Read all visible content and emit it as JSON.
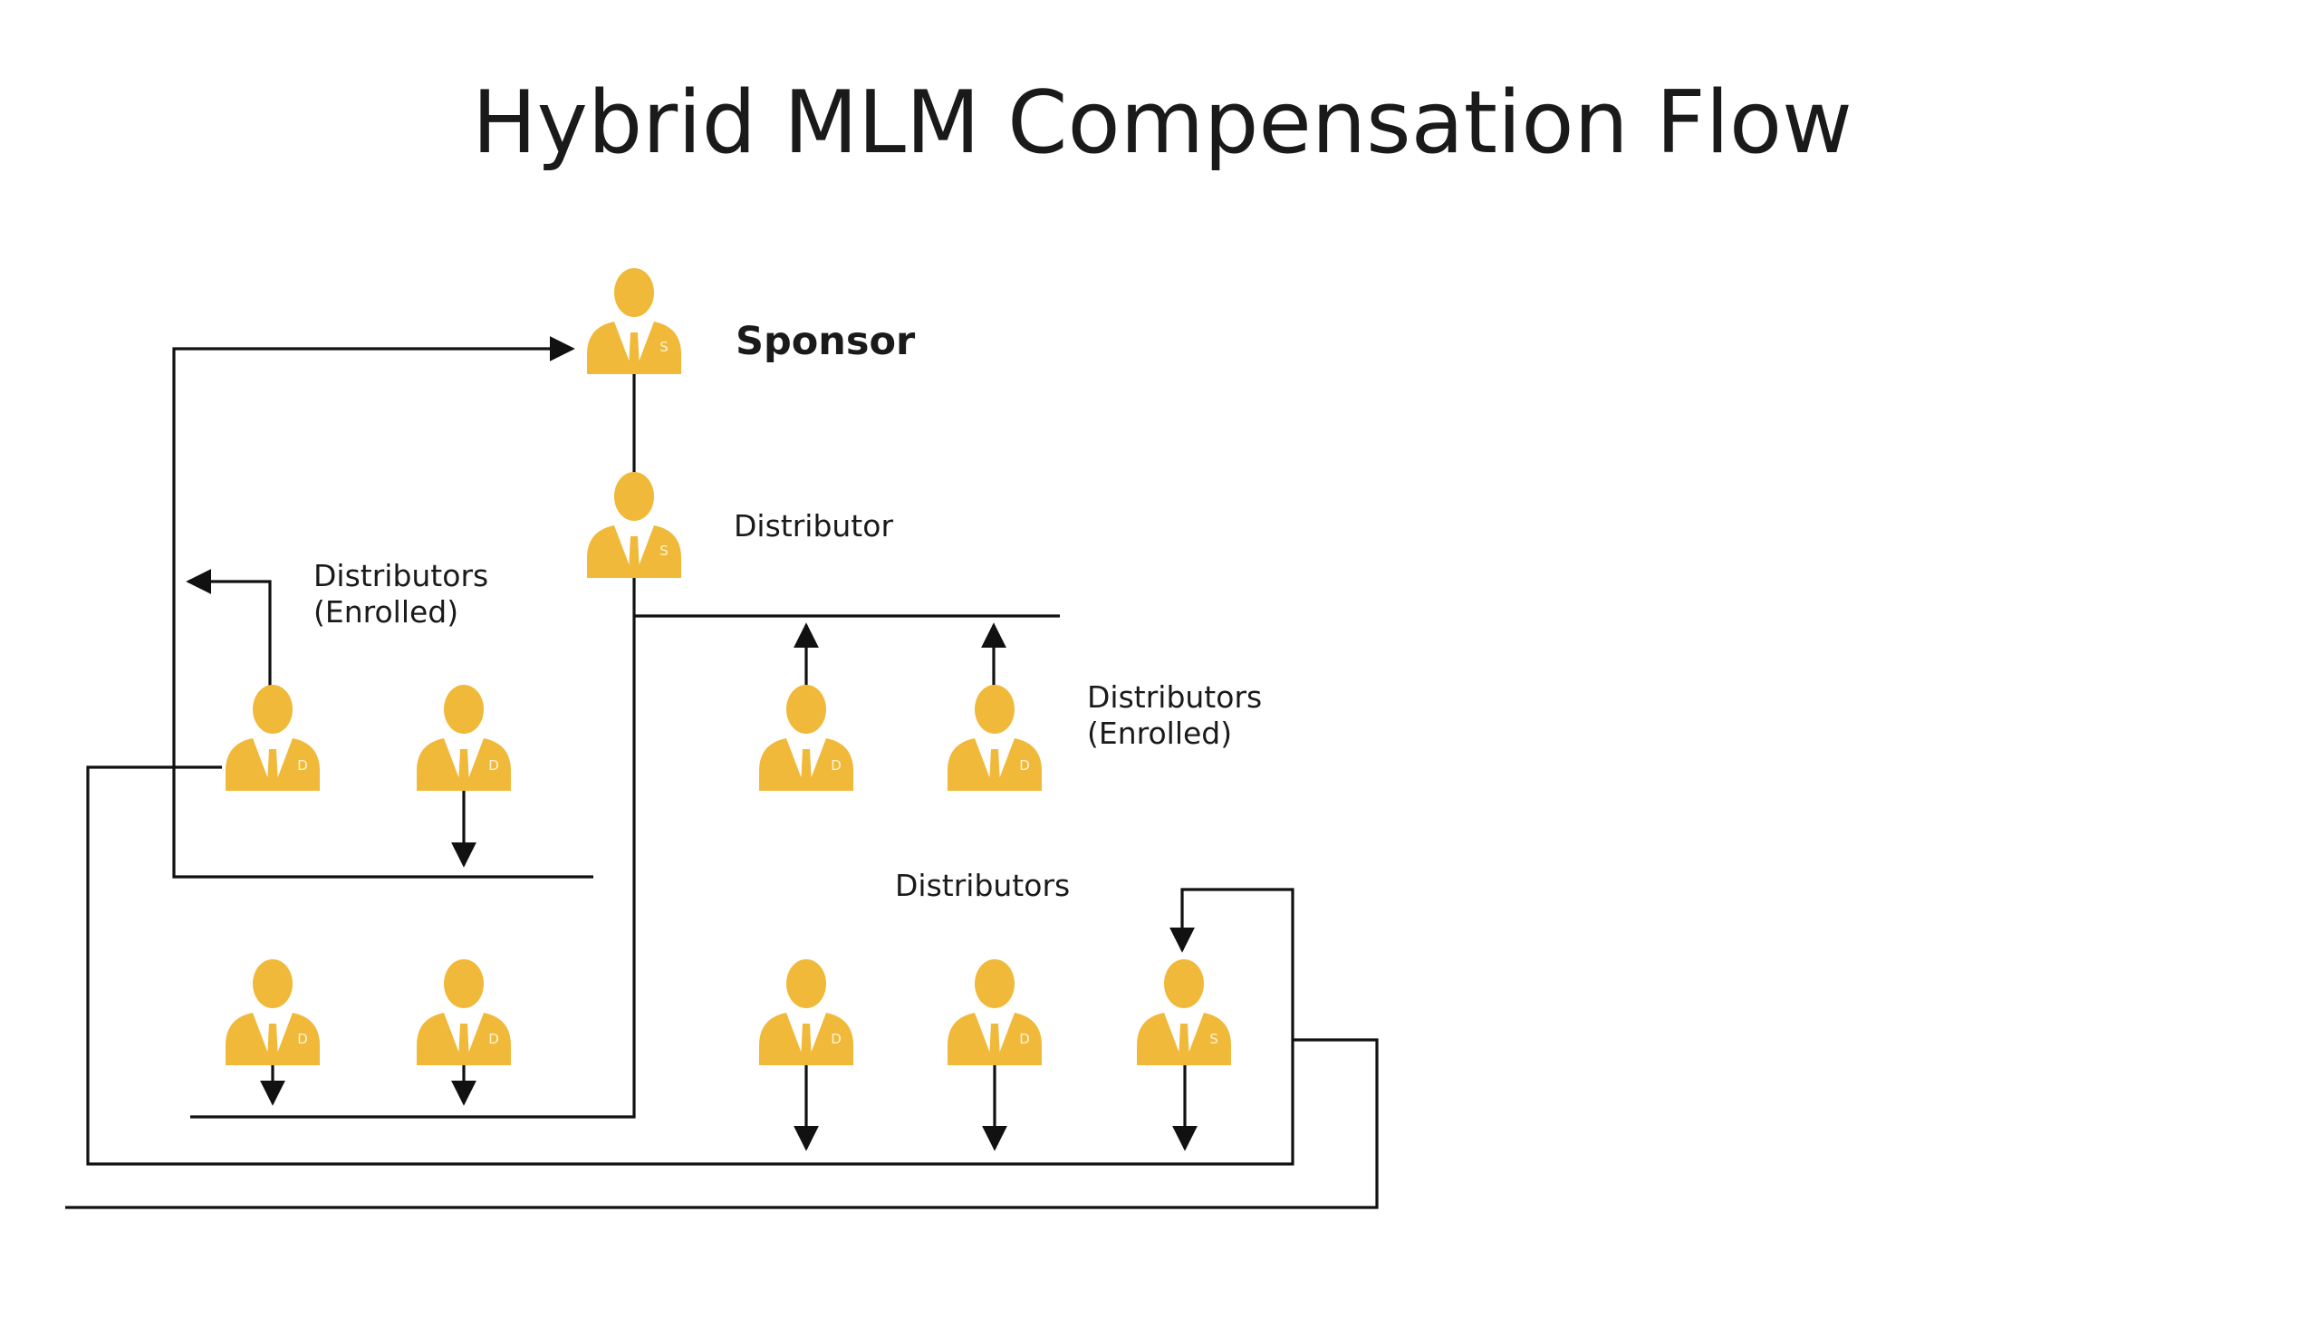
{
  "title": "Hybrid MLM Compensation Flow",
  "labels": {
    "sponsor": "Sponsor",
    "distributor": "Distributor",
    "enrolled_left_1": "Distributors",
    "enrolled_left_2": "(Enrolled)",
    "enrolled_right_1": "Distributors",
    "enrolled_right_2": "(Enrolled)",
    "distributors": "Distributors"
  },
  "colors": {
    "person": "#f0b93a",
    "line": "#111111",
    "background": "#ffffff"
  },
  "people": [
    {
      "name": "person-sponsor",
      "badge": "S"
    },
    {
      "name": "person-distributor",
      "badge": "S"
    },
    {
      "name": "person-enrolled-left-1",
      "badge": "D"
    },
    {
      "name": "person-enrolled-left-2",
      "badge": "D"
    },
    {
      "name": "person-enrolled-right-1",
      "badge": "D"
    },
    {
      "name": "person-enrolled-right-2",
      "badge": "D"
    },
    {
      "name": "person-bottom-left-1",
      "badge": "D"
    },
    {
      "name": "person-bottom-left-2",
      "badge": "D"
    },
    {
      "name": "person-bottom-mid-1",
      "badge": "D"
    },
    {
      "name": "person-bottom-mid-2",
      "badge": "D"
    },
    {
      "name": "person-bottom-right",
      "badge": "S"
    }
  ]
}
